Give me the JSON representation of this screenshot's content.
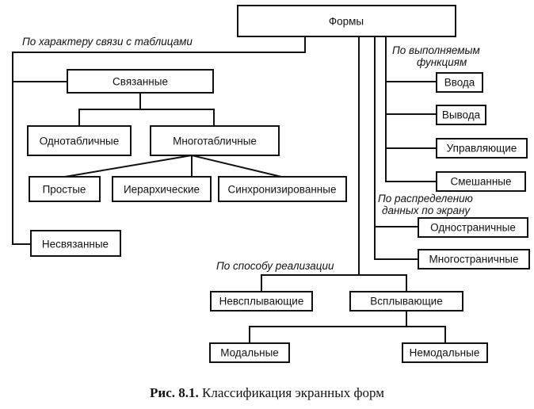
{
  "diagram": {
    "root": "Формы",
    "groups": {
      "by_relation": "По характеру связи с таблицами",
      "by_function_line1": "По выполняемым",
      "by_function_line2": "функциям",
      "by_distribution_line1": "По распределению",
      "by_distribution_line2": "данных по экрану",
      "by_implementation": "По способу реализации"
    },
    "nodes": {
      "linked": "Связанные",
      "single_table": "Однотабличные",
      "multi_table": "Многотабличные",
      "simple": "Простые",
      "hierarchical": "Иерархические",
      "synchronized": "Синхронизированные",
      "unlinked": "Несвязанные",
      "input": "Ввода",
      "output": "Вывода",
      "control": "Управляющие",
      "mixed": "Смешанные",
      "single_page": "Одностраничные",
      "multi_page": "Многостраничные",
      "non_popup": "Невсплывающие",
      "popup": "Всплывающие",
      "modal": "Модальные",
      "modeless": "Немодальные"
    }
  },
  "caption": {
    "number": "Рис. 8.1.",
    "text": "Классификация экранных форм"
  }
}
